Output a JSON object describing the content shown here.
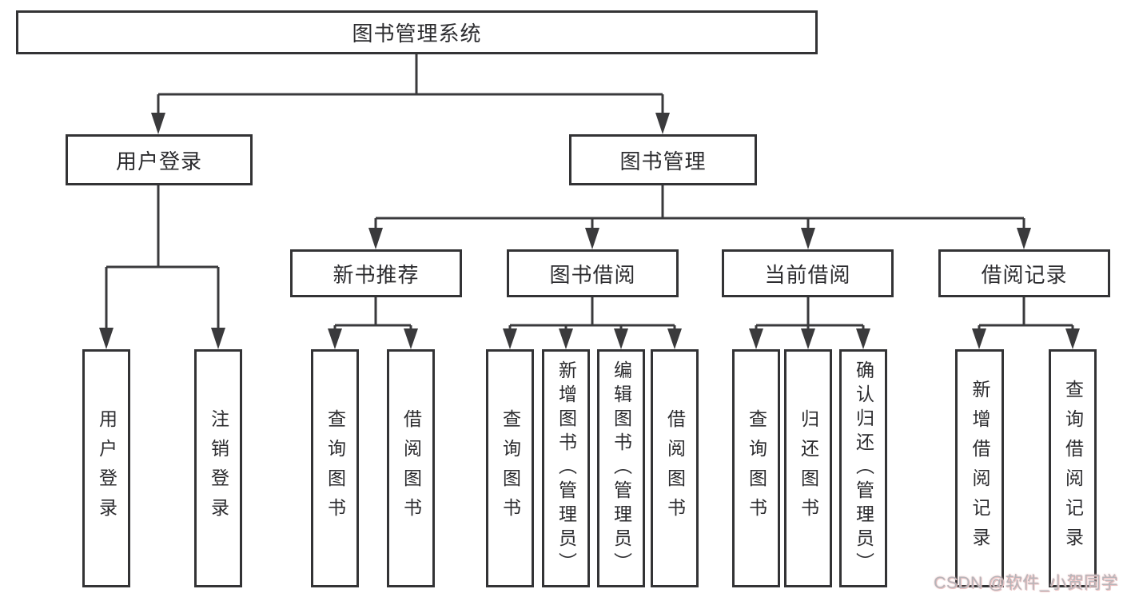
{
  "diagram": {
    "title": "图书管理系统",
    "tree": {
      "label": "图书管理系统",
      "children": [
        {
          "label": "用户登录",
          "children": [
            {
              "label": "用户登录"
            },
            {
              "label": "注销登录"
            }
          ]
        },
        {
          "label": "图书管理",
          "children": [
            {
              "label": "新书推荐",
              "children": [
                {
                  "label": "查询图书"
                },
                {
                  "label": "借阅图书"
                }
              ]
            },
            {
              "label": "图书借阅",
              "children": [
                {
                  "label": "查询图书"
                },
                {
                  "label": "新增图书（管理员）"
                },
                {
                  "label": "编辑图书（管理员）"
                },
                {
                  "label": "借阅图书"
                }
              ]
            },
            {
              "label": "当前借阅",
              "children": [
                {
                  "label": "查询图书"
                },
                {
                  "label": "归还图书"
                },
                {
                  "label": "确认归还（管理员）"
                }
              ]
            },
            {
              "label": "借阅记录",
              "children": [
                {
                  "label": "新增借阅记录"
                },
                {
                  "label": "查询借阅记录"
                }
              ]
            }
          ]
        }
      ]
    }
  },
  "watermark": {
    "text": "CSDN @软件_小贺同学"
  },
  "colors": {
    "background": "#ffffff",
    "line": "#3a3a3c",
    "box_border": "#333335",
    "text": "#2c2c2f",
    "watermark_text": "#b5b5ba",
    "watermark_glow": "#efb9b9"
  }
}
